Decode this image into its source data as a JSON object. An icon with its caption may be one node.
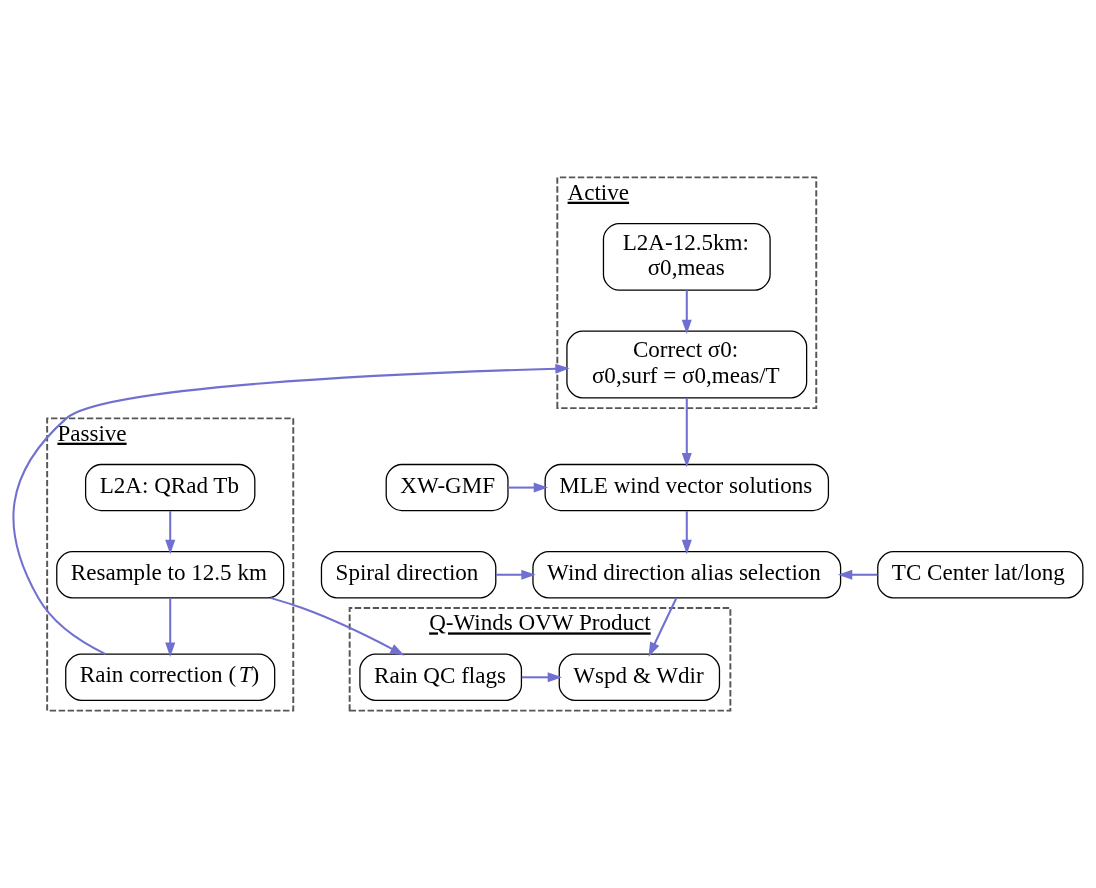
{
  "diagram": {
    "nodes": [
      {
        "text": [
          "Active"
        ]
      },
      {
        "text": [
          "L2A-12.5km:",
          "σ0,meas"
        ],
        "in": 0
      },
      {
        "text": [
          "Correct σ0:",
          "σ0,surf = σ0,meas/T"
        ],
        "in": 0
      },
      {
        "text": [
          "Passive"
        ]
      },
      {
        "text": [
          "L2A: QRad Tb"
        ],
        "in": 3
      },
      {
        "text": [
          "Resample to 12.5 km"
        ],
        "in": 3
      },
      {
        "text": [
          "Rain correction (*T*)"
        ],
        "in": 3
      },
      {
        "text": [
          "XW-GMF"
        ]
      },
      {
        "text": [
          "MLE wind vector solutions"
        ]
      },
      {
        "text": [
          "Spiral direction"
        ]
      },
      {
        "text": [
          "Wind direction alias selection"
        ]
      },
      {
        "text": [
          "TC Center lat/long"
        ]
      },
      {
        "text": [
          "Q-Winds OVW Product"
        ]
      },
      {
        "text": [
          "Wspd & Wdir"
        ],
        "in": 12
      },
      {
        "text": [
          "Rain QC flags"
        ],
        "in": 12
      }
    ],
    "edges": [
      {
        "from": 1,
        "to": 2,
        "arrow": "to"
      },
      {
        "from": 4,
        "to": 5,
        "arrow": "to"
      },
      {
        "from": 5,
        "to": 6,
        "arrow": "to"
      },
      {
        "from": 6,
        "to": 2,
        "arrow": "to"
      },
      {
        "from": 2,
        "to": 8,
        "arrow": "to"
      },
      {
        "from": 7,
        "to": 8,
        "arrow": "to"
      },
      {
        "from": 8,
        "to": 10,
        "arrow": "to"
      },
      {
        "from": 9,
        "to": 10,
        "arrow": "to"
      },
      {
        "from": 11,
        "to": 10,
        "arrow": "to"
      },
      {
        "from": 10,
        "to": 13,
        "arrow": "to"
      },
      {
        "from": 14,
        "to": 13,
        "arrow": "to"
      },
      {
        "from": 5,
        "to": 14,
        "arrow": "to"
      }
    ]
  }
}
